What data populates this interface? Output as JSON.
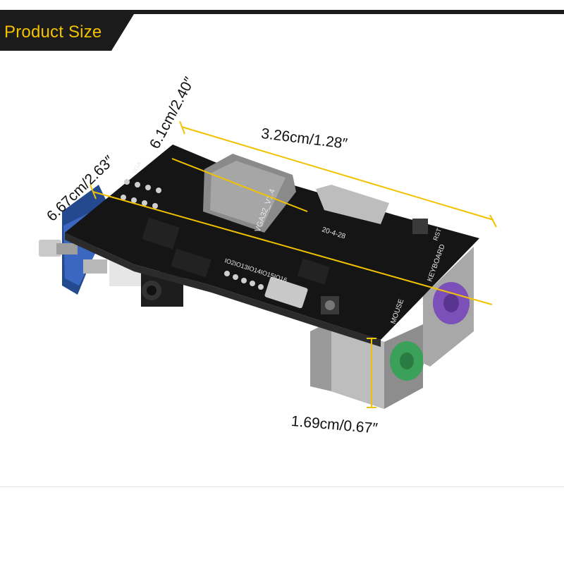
{
  "banner": {
    "title": "Product Size"
  },
  "dimensions": {
    "length": "3.26cm/1.28″",
    "width": "6.1cm/2.40″",
    "height": "6.67cm/2.63″",
    "connector": "1.69cm/0.67″"
  },
  "board": {
    "version": "VGA32_V1.4",
    "date": "20-4-28",
    "silkscreen_vga": "VGA",
    "silkscreen_rst": "RST",
    "silkscreen_keyboard": "KEYBOARD",
    "silkscreen_mouse": "MOUSE",
    "silkscreen_io": "IO2IO13IO14IO15IO16"
  },
  "colors": {
    "accent_yellow": "#f2c200",
    "board_black": "#151515",
    "keyboard_port": "#7d4fb8",
    "mouse_port": "#3aa05a",
    "vga_blue": "#2c55a8"
  }
}
